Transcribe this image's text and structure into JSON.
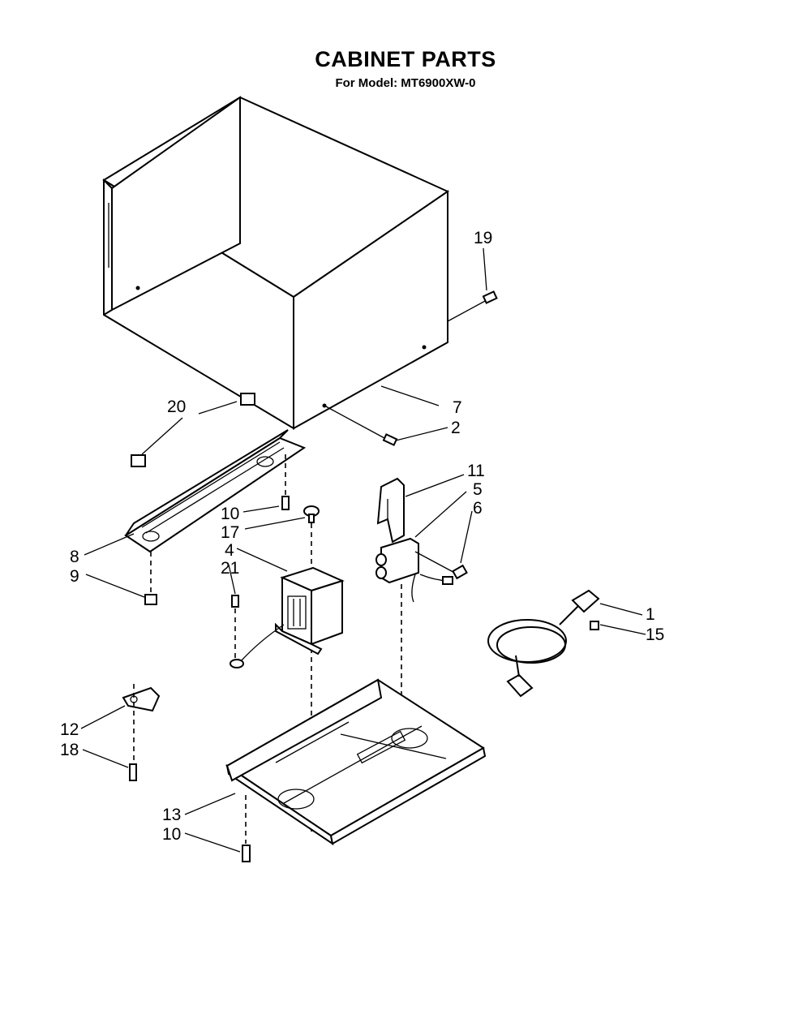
{
  "header": {
    "title": "CABINET PARTS",
    "subtitle": "For Model: MT6900XW-0"
  },
  "callouts": {
    "c19": "19",
    "c20": "20",
    "c7": "7",
    "c2": "2",
    "c11": "11",
    "c5": "5",
    "c6": "6",
    "c10a": "10",
    "c17": "17",
    "c4": "4",
    "c21": "21",
    "c8": "8",
    "c9": "9",
    "c1": "1",
    "c15": "15",
    "c12": "12",
    "c18": "18",
    "c13": "13",
    "c10b": "10"
  }
}
